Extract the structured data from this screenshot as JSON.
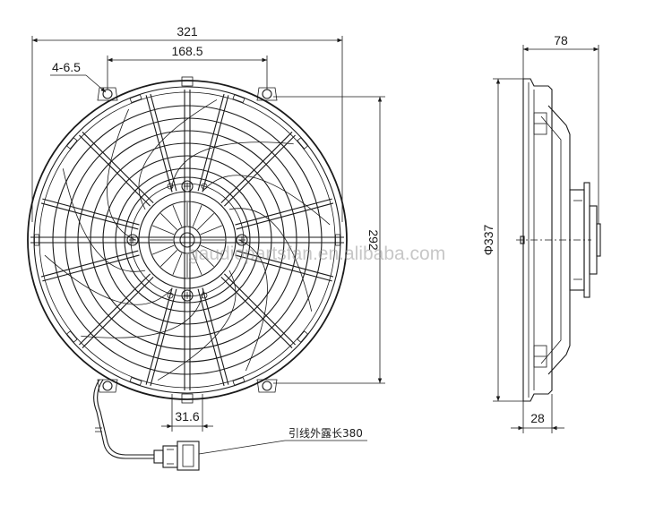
{
  "dimensions": {
    "overall_width": "321",
    "hole_spacing": "168.5",
    "mount_holes": "4-6.5",
    "height": "292",
    "diameter": "Φ337",
    "depth": "78",
    "frame_depth": "28",
    "connector_spacing": "31.6"
  },
  "cable_note": "引线外露长380",
  "watermark": "gaudiopartsfan.en.alibaba.com"
}
